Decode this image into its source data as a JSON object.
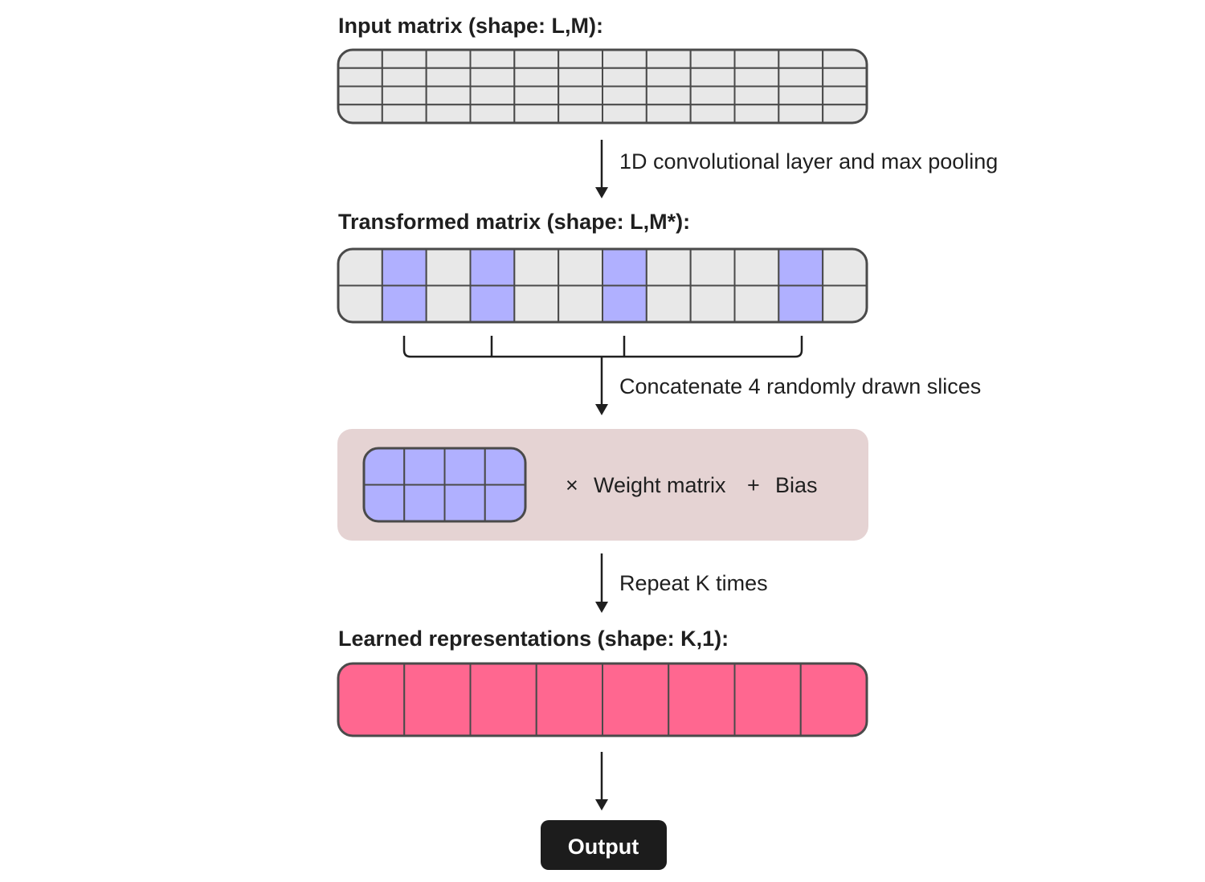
{
  "input_matrix": {
    "title": "Input matrix (shape: L,M):",
    "rows": 4,
    "cols": 12
  },
  "step1": {
    "label": "1D convolutional layer and max pooling"
  },
  "transformed_matrix": {
    "title": "Transformed matrix (shape: L,M*):",
    "rows": 2,
    "cols": 12,
    "highlighted_columns": [
      1,
      3,
      6,
      10
    ]
  },
  "step2": {
    "label": "Concatenate 4 randomly drawn slices"
  },
  "linear_layer": {
    "slices_rows": 2,
    "slices_cols": 4,
    "times_symbol": "×",
    "weight_label": "Weight matrix",
    "plus_symbol": "+",
    "bias_label": "Bias"
  },
  "step3": {
    "label": "Repeat K times"
  },
  "learned_representations": {
    "title": "Learned representations (shape: K,1):",
    "cols": 8
  },
  "output": {
    "label": "Output"
  },
  "colors": {
    "cell_gray": "#e8e8e8",
    "cell_border": "#4a4a4a",
    "highlight_purple": "#b0b0ff",
    "panel_bg": "#e5d3d3",
    "learned_pink": "#ff6790",
    "output_bg": "#1c1c1c",
    "output_text": "#ffffff",
    "arrow": "#1f1f1f"
  }
}
